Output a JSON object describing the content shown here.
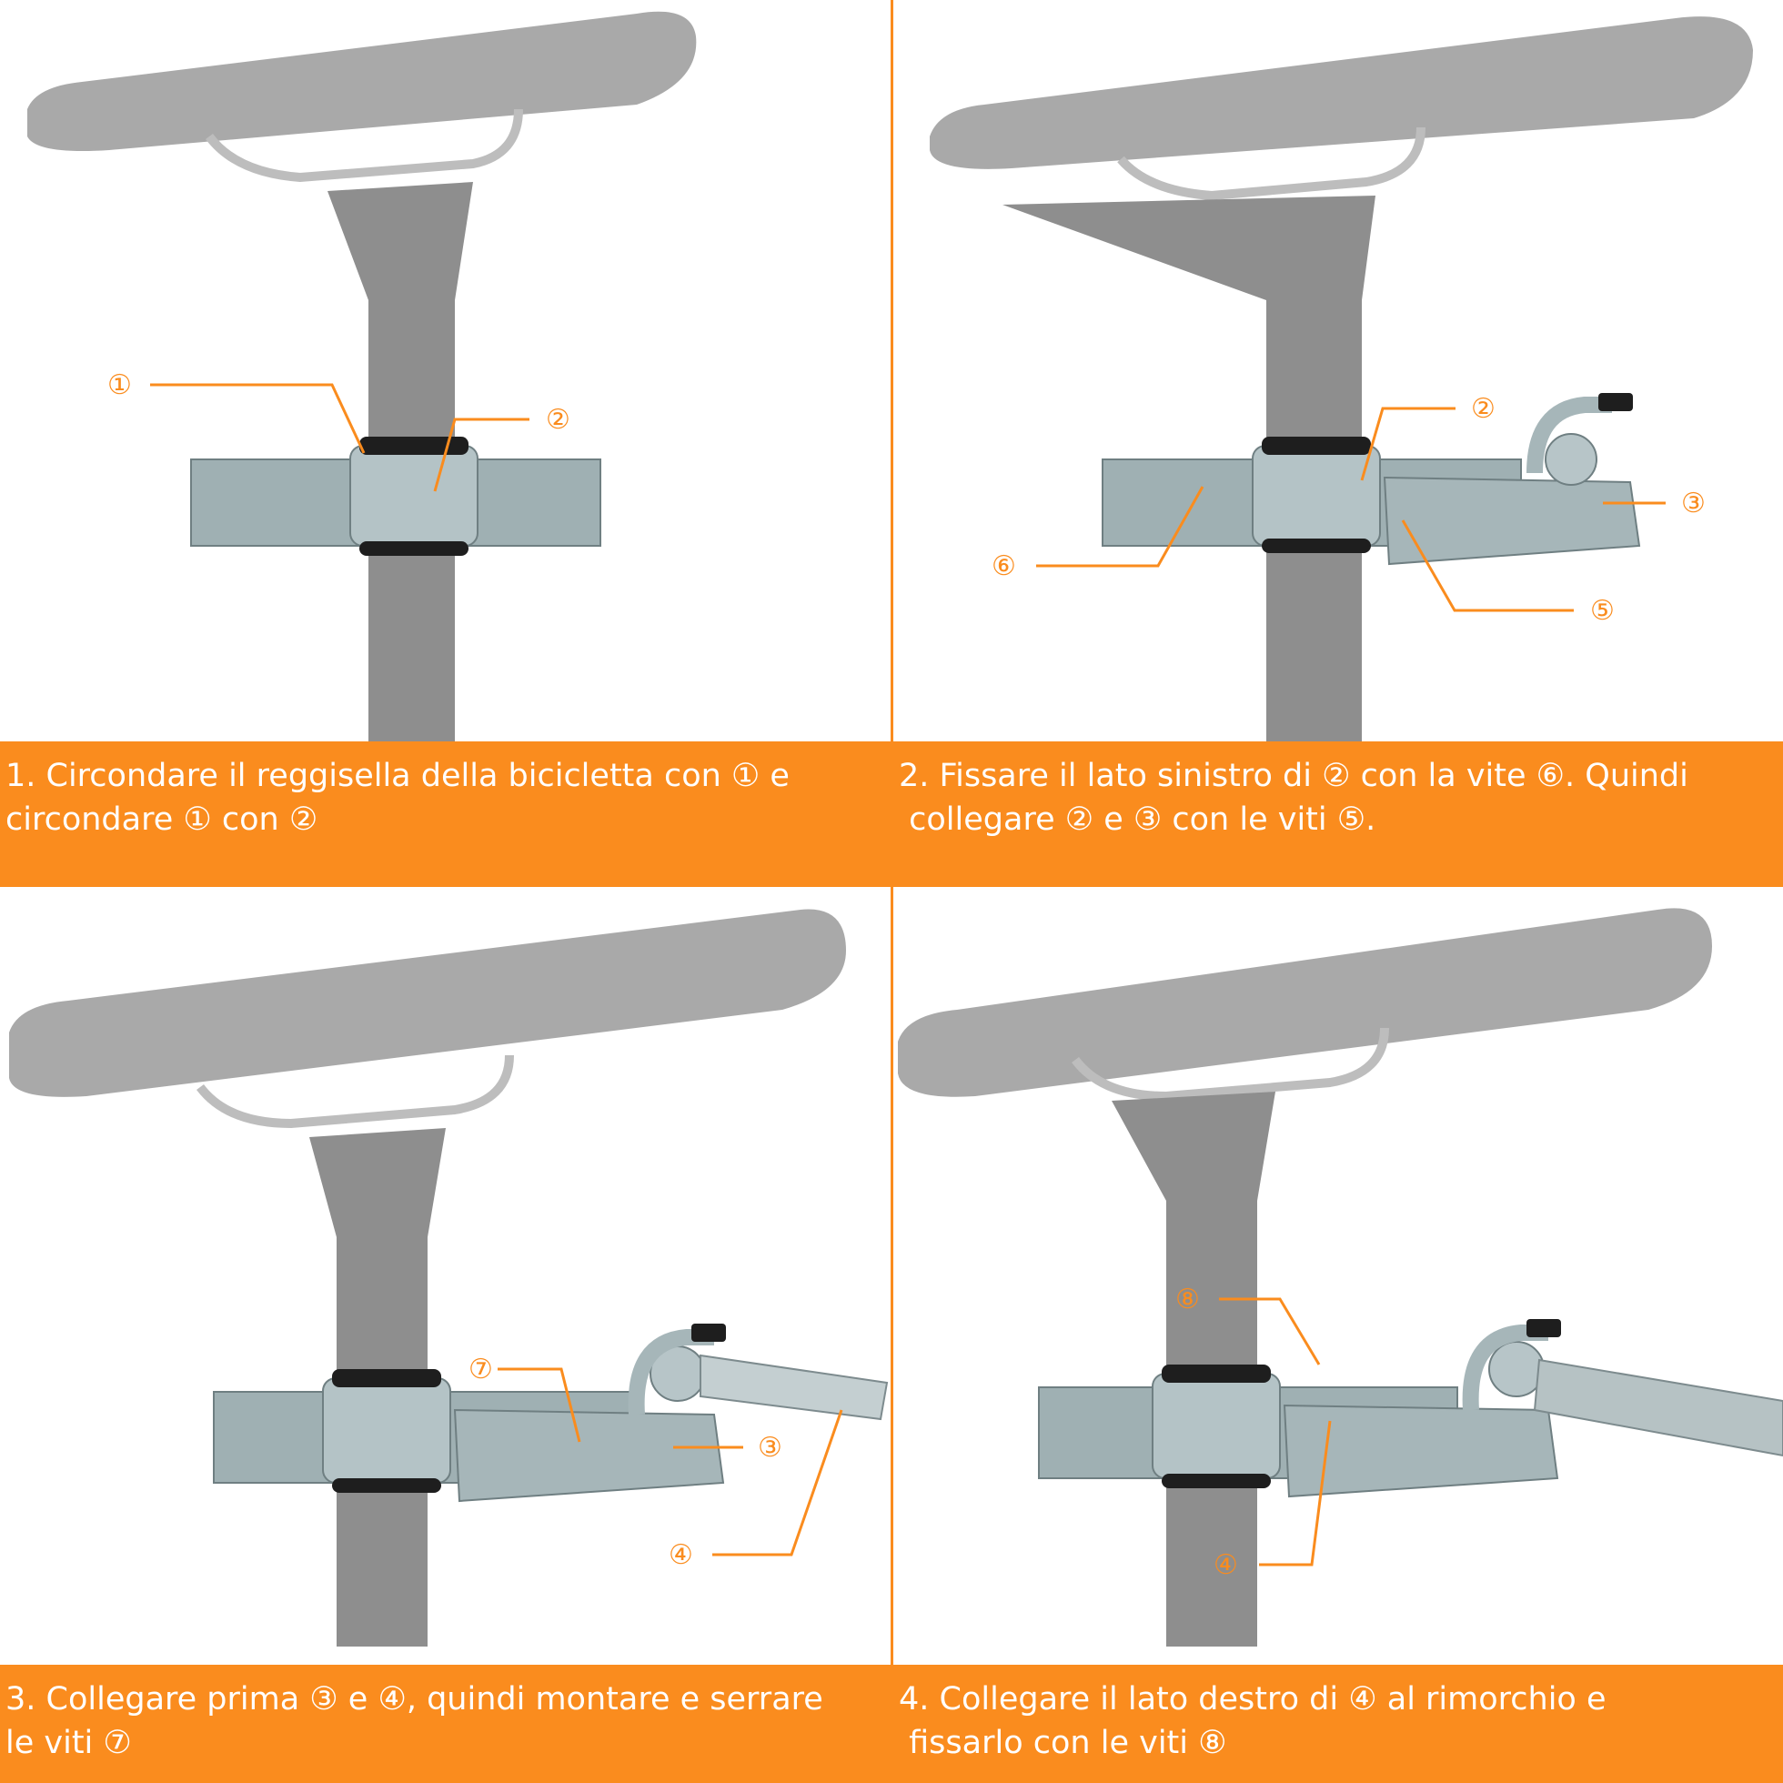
{
  "panels": [
    {
      "caption": [
        "1. Circondare il reggisella della bicicletta con ① e",
        "circondare ① con ②"
      ],
      "callouts": [
        "①",
        "②"
      ]
    },
    {
      "caption": [
        "2. Fissare il lato sinistro di ② con la vite ⑥. Quindi",
        " collegare ② e ③ con le viti ⑤."
      ],
      "callouts": [
        "②",
        "③",
        "⑥",
        "⑤"
      ]
    },
    {
      "caption": [
        "3. Collegare prima ③ e ④, quindi montare e serrare",
        "le viti ⑦"
      ],
      "callouts": [
        "⑦",
        "③",
        "④"
      ]
    },
    {
      "caption": [
        "4. Collegare il lato destro di ④ al rimorchio e",
        " fissarlo con le viti ⑧"
      ],
      "callouts": [
        "⑧",
        "④"
      ]
    }
  ],
  "colors": {
    "accent": "#fa8c1e",
    "metal": "#9fb0b3",
    "post": "#8e8e8e",
    "saddle": "#a9a9a9"
  }
}
